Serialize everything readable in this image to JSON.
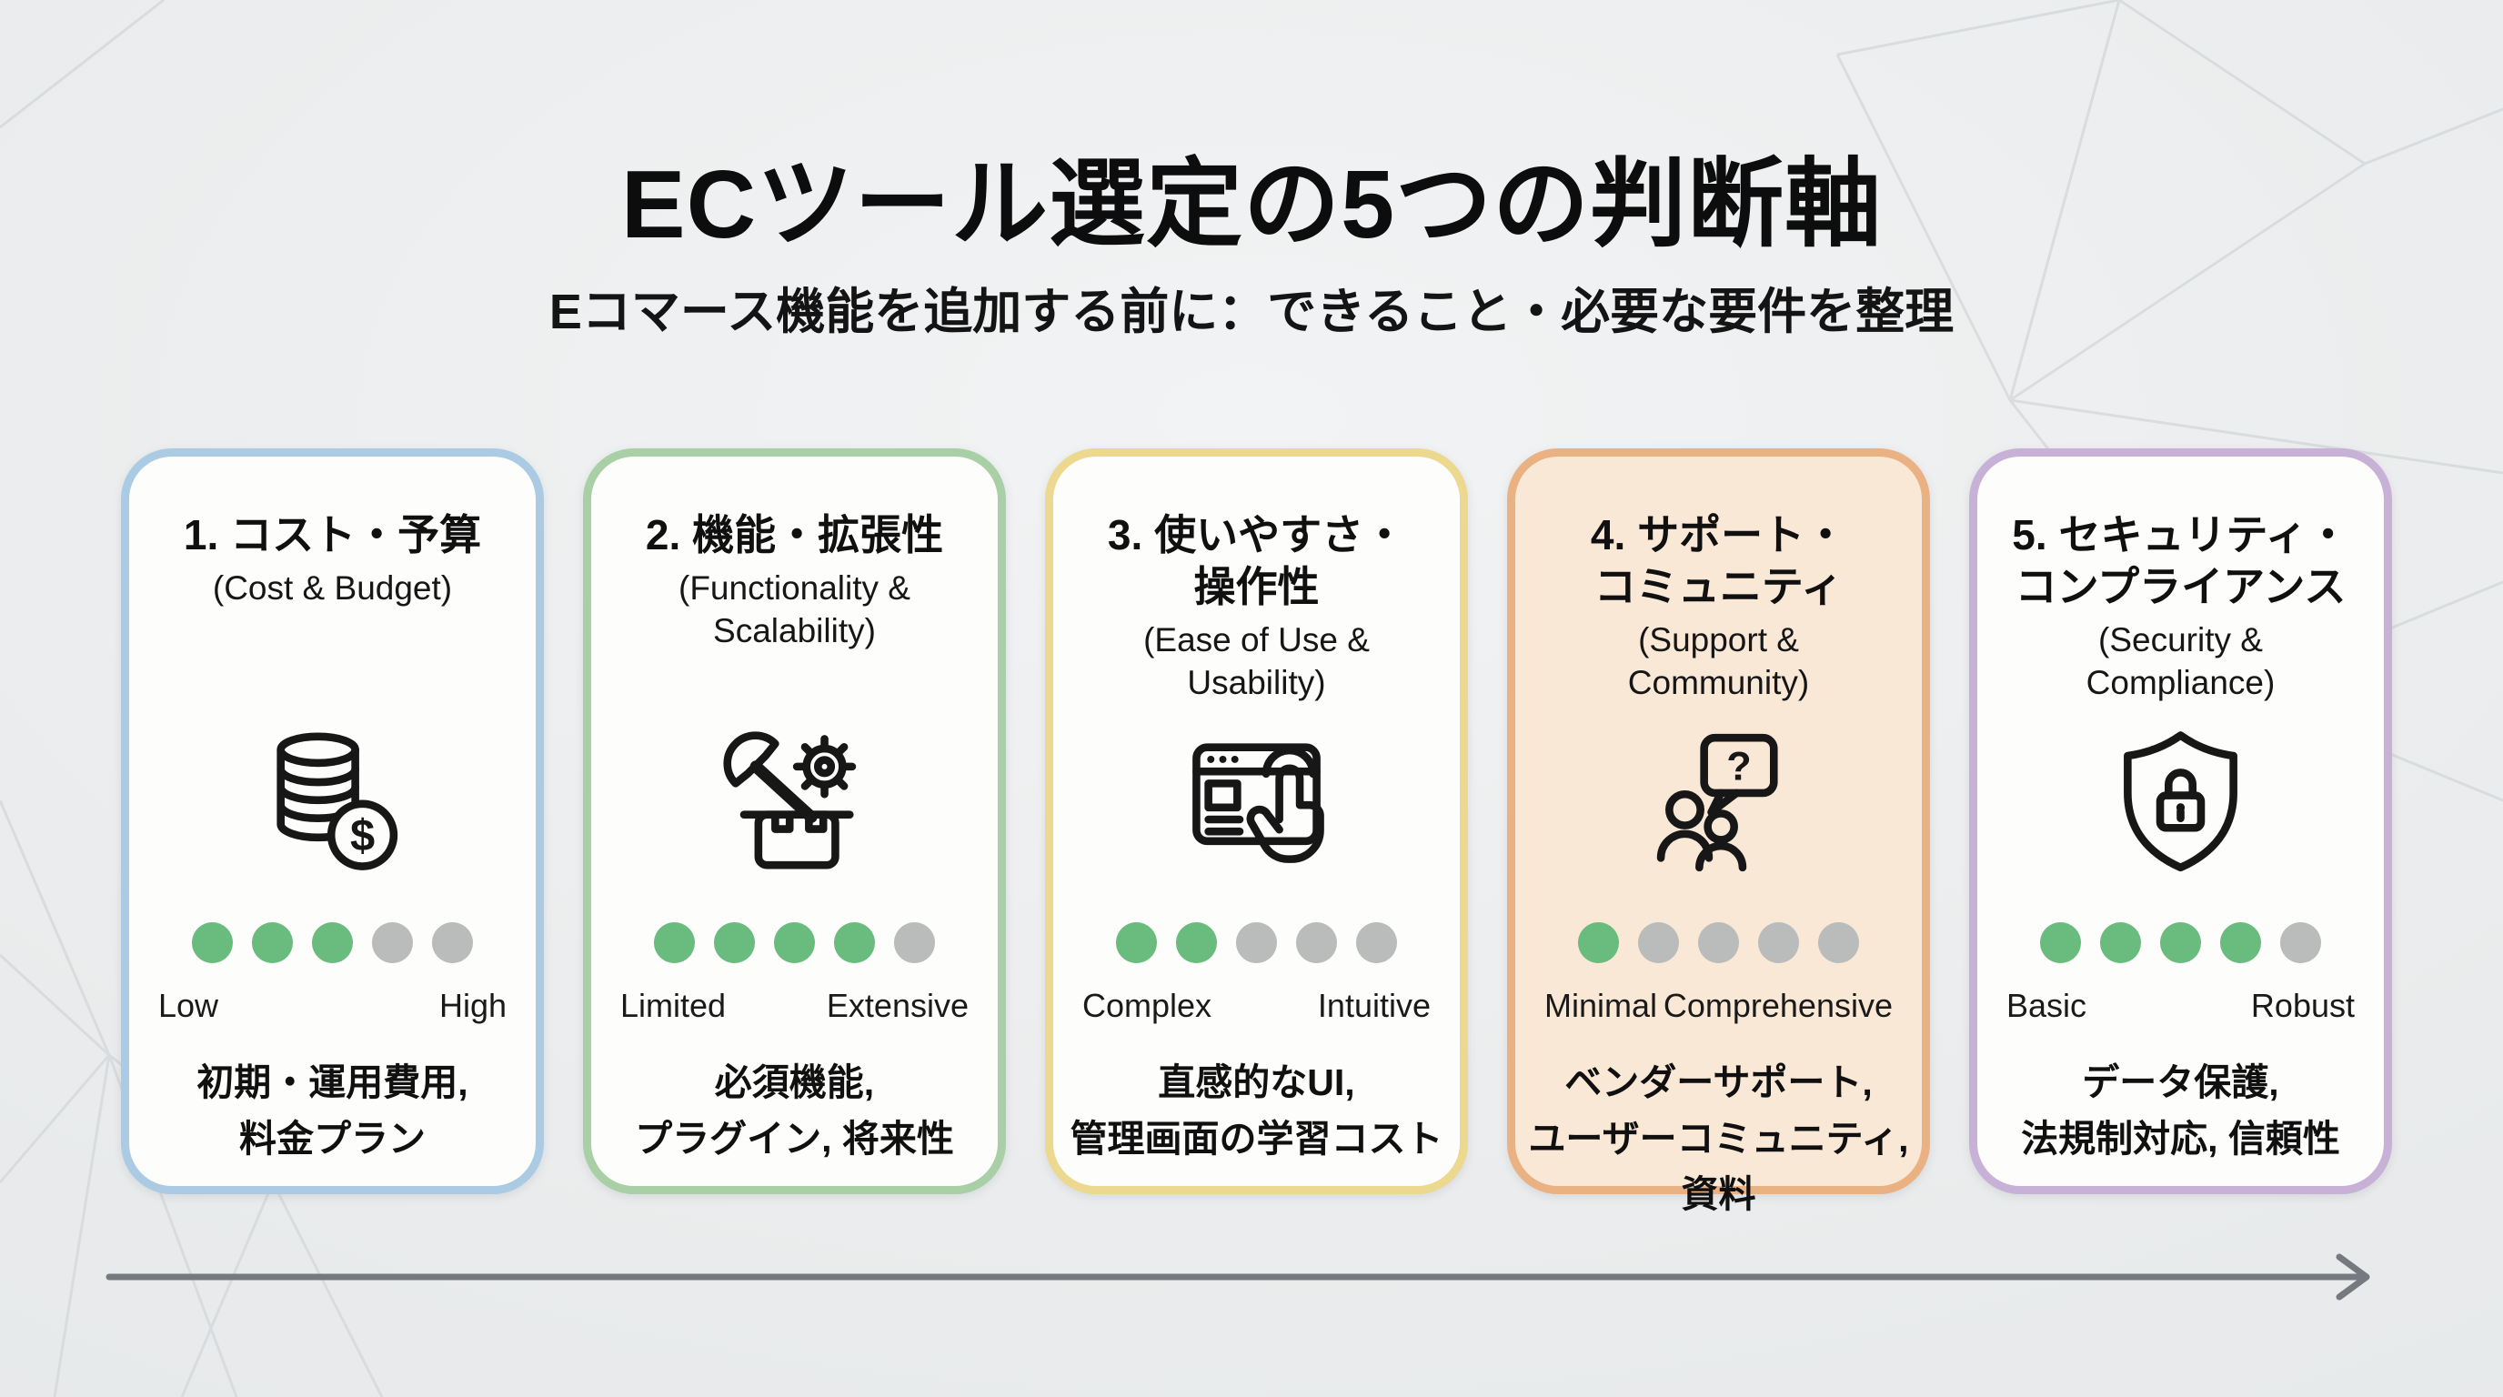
{
  "page": {
    "title": "ECツール選定の5つの判断軸",
    "subtitle": "Eコマース機能を追加する前に：できること・必要な要件を整理"
  },
  "colors": {
    "background": "#e9ecee",
    "text": "#111111",
    "dot_filled": "#6abc7e",
    "dot_empty": "#b9bcba",
    "arrow": "#76797d",
    "pattern_line": "#d8dbdd"
  },
  "cards": [
    {
      "title_ja": "1. コスト・予算",
      "title_en": "(Cost & Budget)",
      "icon": "coins-dollar-icon",
      "border_color": "#aacbe3",
      "bg_color": "#fdfdfb",
      "rating": 3,
      "rating_max": 5,
      "scale_left": "Low",
      "scale_right": "High",
      "description": "初期・運用費用,\n料金プラン"
    },
    {
      "title_ja": "2. 機能・拡張性",
      "title_en": "(Functionality &\nScalability)",
      "icon": "toolbox-icon",
      "border_color": "#a8cfa5",
      "bg_color": "#fdfdfb",
      "rating": 4,
      "rating_max": 5,
      "scale_left": "Limited",
      "scale_right": "Extensive",
      "description": "必須機能,\nプラグイン, 将来性"
    },
    {
      "title_ja": "3. 使いやすさ・\n操作性",
      "title_en": "(Ease of Use &\nUsability)",
      "icon": "browser-click-icon",
      "border_color": "#ecd88e",
      "bg_color": "#fdfdfb",
      "rating": 2,
      "rating_max": 5,
      "scale_left": "Complex",
      "scale_right": "Intuitive",
      "description": "直感的なUI,\n管理画面の学習コスト"
    },
    {
      "title_ja": "4. サポート・\nコミュニティ",
      "title_en": "(Support &\nCommunity)",
      "icon": "support-community-icon",
      "border_color": "#eab183",
      "bg_color": "#fae8d7",
      "rating": 1,
      "rating_max": 5,
      "scale_left": "Minimal",
      "scale_right": "Comprehensive",
      "description": "ベンダーサポート,\nユーザーコミュニティ,\n資料"
    },
    {
      "title_ja": "5. セキュリティ・\nコンプライアンス",
      "title_en": "(Security &\nCompliance)",
      "icon": "shield-lock-icon",
      "border_color": "#c8b1d6",
      "bg_color": "#fdfdfb",
      "rating": 4,
      "rating_max": 5,
      "scale_left": "Basic",
      "scale_right": "Robust",
      "description": "データ保護,\n法規制対応, 信頼性"
    }
  ]
}
